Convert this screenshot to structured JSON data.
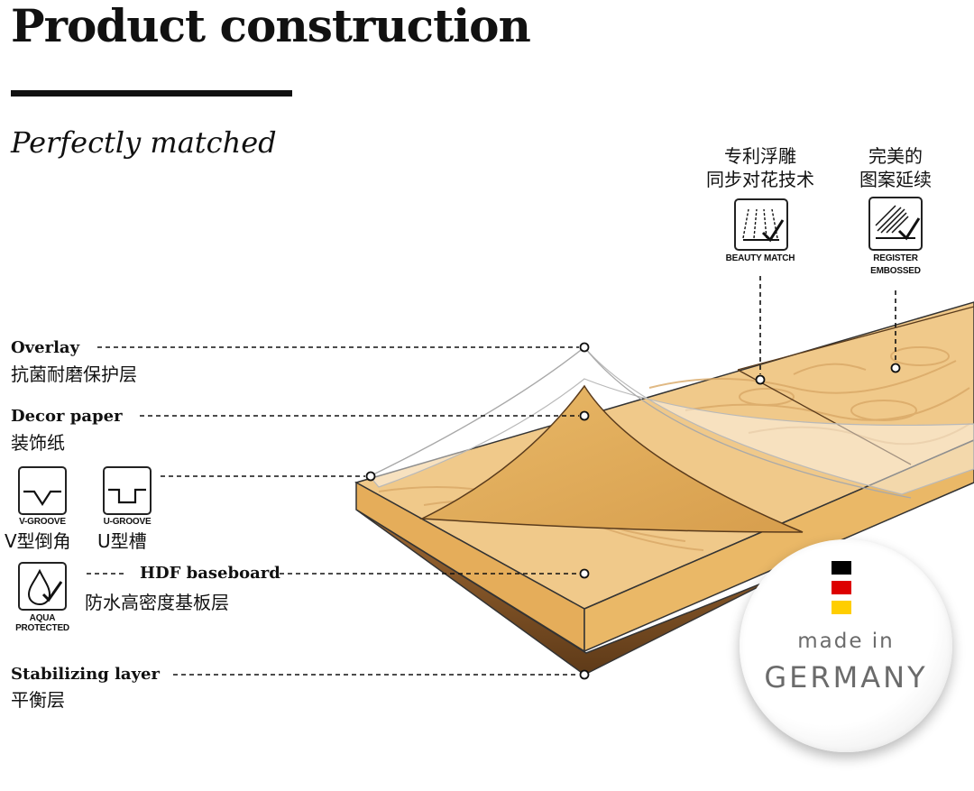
{
  "title": "Product construction",
  "subtitle": "Perfectly matched",
  "layers": {
    "overlay": {
      "en": "Overlay",
      "cn": "抗菌耐磨保护层"
    },
    "decor": {
      "en": "Decor paper",
      "cn": "装饰纸"
    },
    "hdf": {
      "en": "HDF baseboard",
      "cn": "防水高密度基板层"
    },
    "stabilizing": {
      "en": "Stabilizing layer",
      "cn": "平衡层"
    }
  },
  "grooves": {
    "v": {
      "caption": "V-GROOVE",
      "cn": "V型倒角"
    },
    "u": {
      "caption": "U-GROOVE",
      "cn": "U型槽"
    }
  },
  "aqua": {
    "caption_line1": "AQUA",
    "caption_line2": "PROTECTED"
  },
  "top_features": {
    "beauty": {
      "cn_line1": "专利浮雕",
      "cn_line2": "同步对花技术",
      "caption": "BEAUTY MATCH"
    },
    "register": {
      "cn_line1": "完美的",
      "cn_line2": "图案延续",
      "caption_line1": "REGISTER",
      "caption_line2": "EMBOSSED"
    }
  },
  "badge": {
    "made_in": "made in",
    "country": "GERMANY",
    "flag_colors": [
      "#000000",
      "#dd0000",
      "#ffce00"
    ]
  },
  "colors": {
    "wood_top": "#f0c98a",
    "wood_front": "#e7b360",
    "wood_dark": "#8a5a2a",
    "decor": "#e3ae5c",
    "text": "#111111"
  }
}
